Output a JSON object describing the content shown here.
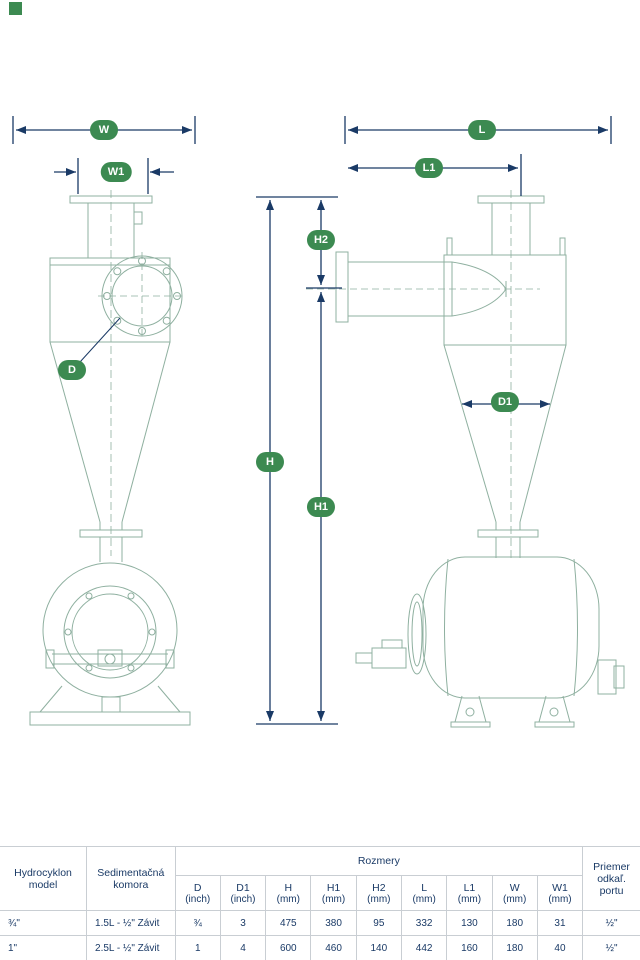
{
  "colors": {
    "navy": "#1a3a66",
    "green": "#3c8a51",
    "drawing_line": "#8fb0a0",
    "table_border": "#c9ced3"
  },
  "dims": {
    "W": "W",
    "W1": "W1",
    "L": "L",
    "L1": "L1",
    "H": "H",
    "H1": "H1",
    "H2": "H2",
    "D": "D",
    "D1": "D1"
  },
  "table": {
    "headers": {
      "model": "Hydrocyklon model",
      "chamber": "Sedimentačná komora",
      "dimensions_group": "Rozmery",
      "port": "Priemer odkaľ. portu"
    },
    "dim_columns": [
      {
        "name": "D",
        "unit": "(inch)"
      },
      {
        "name": "D1",
        "unit": "(inch)"
      },
      {
        "name": "H",
        "unit": "(mm)"
      },
      {
        "name": "H1",
        "unit": "(mm)"
      },
      {
        "name": "H2",
        "unit": "(mm)"
      },
      {
        "name": "L",
        "unit": "(mm)"
      },
      {
        "name": "L1",
        "unit": "(mm)"
      },
      {
        "name": "W",
        "unit": "(mm)"
      },
      {
        "name": "W1",
        "unit": "(mm)"
      }
    ],
    "rows": [
      {
        "model": "¾\"",
        "chamber": "1.5L - ½\" Závit",
        "values": [
          "¾",
          "3",
          "475",
          "380",
          "95",
          "332",
          "130",
          "180",
          "31"
        ],
        "port": "½\""
      },
      {
        "model": "1\"",
        "chamber": "2.5L - ½\" Závit",
        "values": [
          "1",
          "4",
          "600",
          "460",
          "140",
          "442",
          "160",
          "180",
          "40"
        ],
        "port": "½\""
      }
    ]
  }
}
